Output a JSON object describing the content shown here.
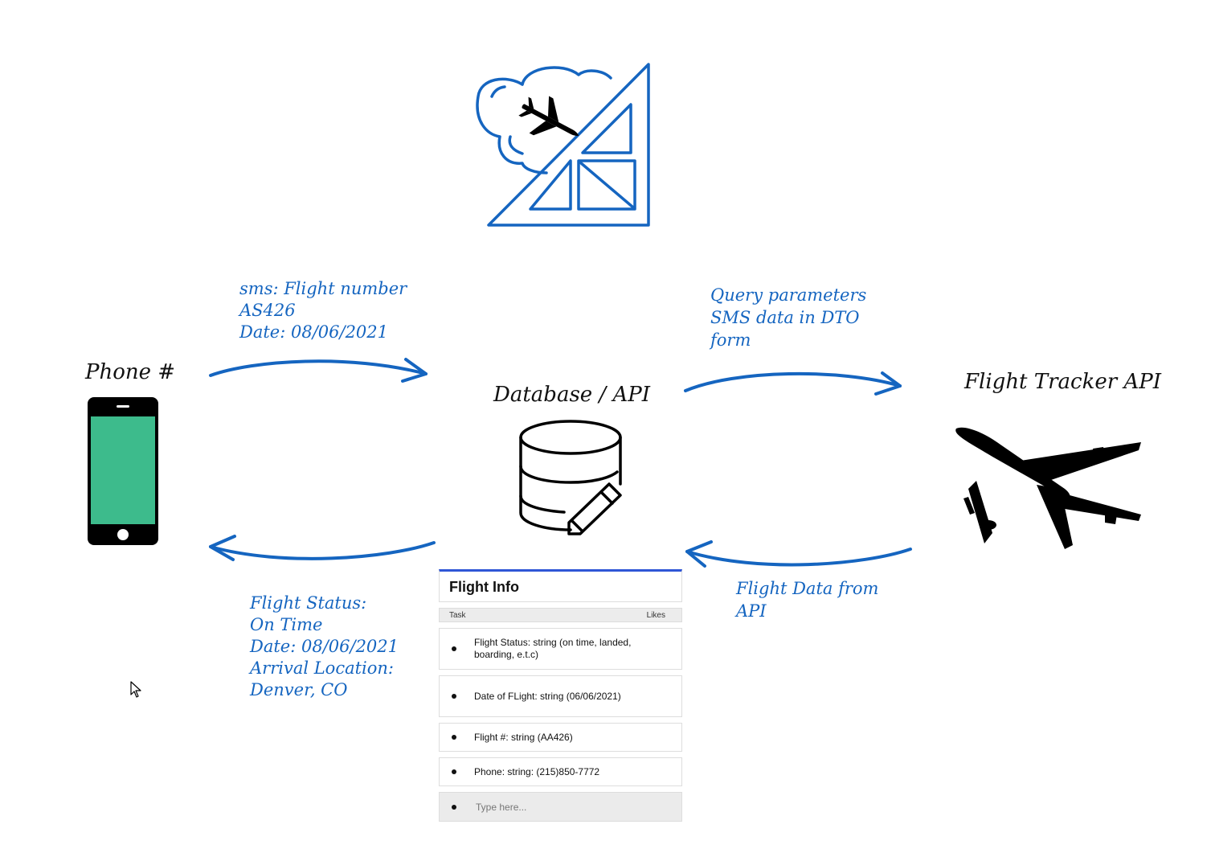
{
  "labels": {
    "phone": "Phone #",
    "database": "Database / API",
    "tracker": "Flight Tracker API"
  },
  "notes": {
    "sms": "sms: Flight number\nAS426\nDate: 08/06/2021",
    "query": "Query parameters\nSMS data in DTO\nform",
    "status": "Flight Status:\nOn Time\nDate: 08/06/2021\nArrival Location:\nDenver, CO",
    "flight_data": "Flight Data from\nAPI"
  },
  "card": {
    "title": "Flight Info",
    "col_task": "Task",
    "col_likes": "Likes",
    "items": [
      "Flight Status: string (on time, landed, boarding, e.t.c)",
      "Date of FLight: string (06/06/2021)",
      "Flight #: string (AA426)",
      "Phone: string: (215)850-7772"
    ],
    "input_placeholder": "Type here..."
  },
  "icons": {
    "logo": "cloud-airplane-triangle-logo-icon",
    "phone": "smartphone-icon",
    "database": "database-edit-icon",
    "airplane": "airplane-icon",
    "cursor": "mouse-cursor-icon"
  },
  "colors": {
    "accent": "#1565c0",
    "phone_screen": "#3dbb8c",
    "card_border_top": "#2f56d6"
  }
}
